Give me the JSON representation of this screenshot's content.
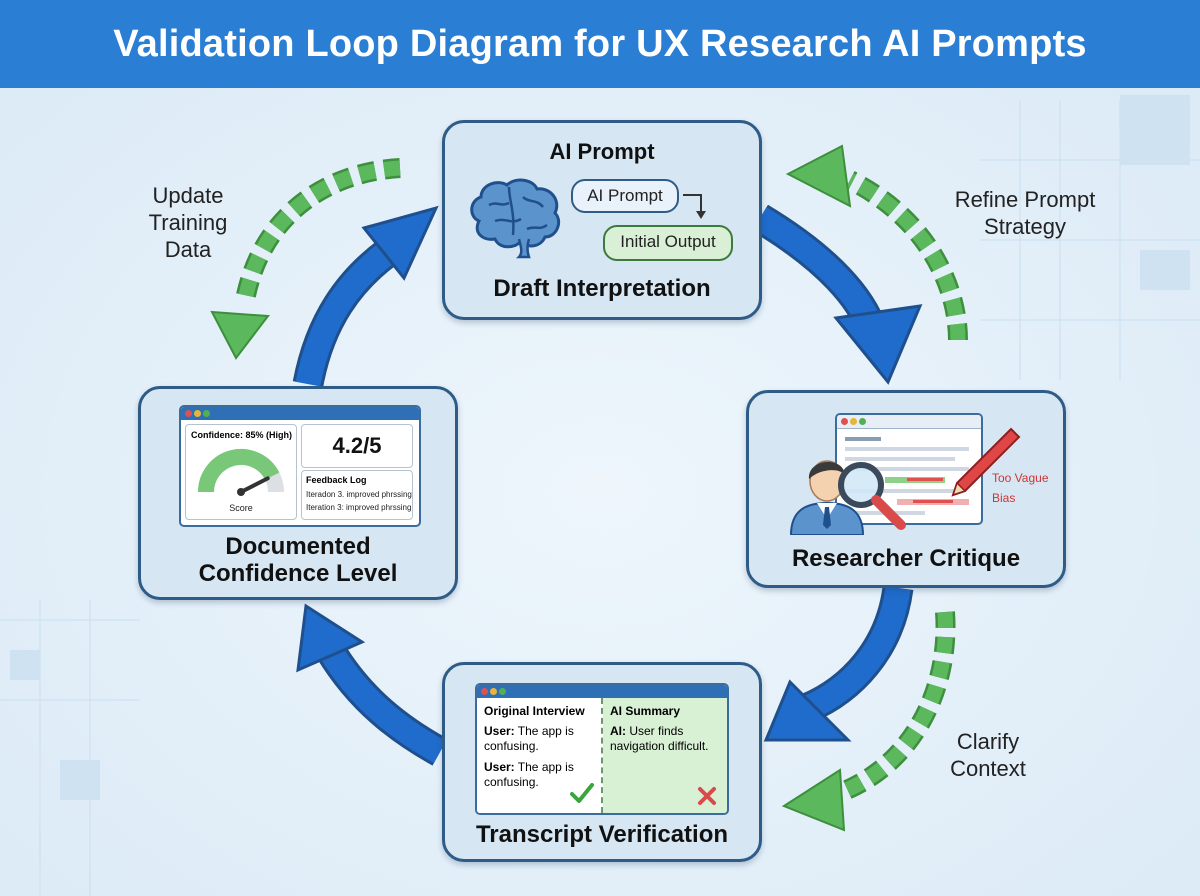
{
  "header": {
    "title": "Validation Loop Diagram for UX Research AI Prompts"
  },
  "colors": {
    "header": "#2a7fd4",
    "main_arrow": "#1f6ccc",
    "feedback_arrow": "#5cb85c",
    "card_border": "#2f5c86"
  },
  "nodes": {
    "ai_prompt": {
      "top_label": "AI Prompt",
      "bubble_prompt": "AI Prompt",
      "bubble_output": "Initial Output",
      "title": "Draft Interpretation",
      "icon": "brain-icon"
    },
    "critique": {
      "title": "Researcher Critique",
      "tag_vague": "Too Vague",
      "tag_bias": "Bias",
      "icons": [
        "researcher-icon",
        "magnifier-icon",
        "pen-icon"
      ]
    },
    "transcript": {
      "title": "Transcript Verification",
      "col_left_header": "Original Interview",
      "col_right_header": "AI Summary",
      "left_line1_speaker": "User:",
      "left_line1_text": " The app is confusing.",
      "left_line2_speaker": "User:",
      "left_line2_text": " The app is confusing.",
      "right_line1_speaker": "AI:",
      "right_line1_text": " User finds navigation difficult.",
      "icons": [
        "check-icon",
        "cross-icon"
      ]
    },
    "confidence": {
      "title_line1": "Documented",
      "title_line2": "Confidence Level",
      "confidence_label": "Confidence: 85% (High)",
      "gauge_label": "Score",
      "gauge_value": 0.85,
      "score": "4.2/5",
      "log_title": "Feedback Log",
      "log_line1": "Iteradon 3. improved phrssing",
      "log_line2": "Iteration 3: improved phrssing"
    }
  },
  "feedback_labels": {
    "refine": [
      "Refine Prompt",
      "Strategy"
    ],
    "clarify": [
      "Clarify",
      "Context"
    ],
    "update": [
      "Update",
      "Training",
      "Data"
    ]
  }
}
